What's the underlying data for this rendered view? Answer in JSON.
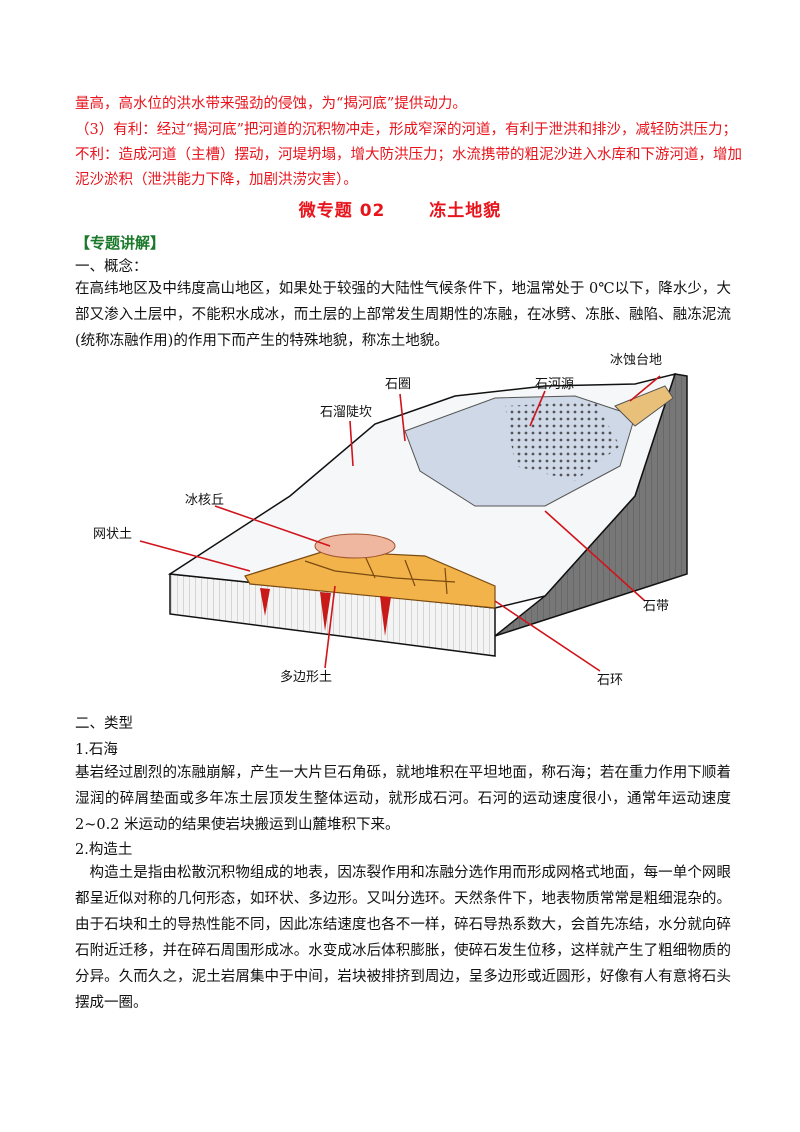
{
  "answer": {
    "line1": "量高，高水位的洪水带来强劲的侵蚀，为“揭河底”提供动力。",
    "line2": "（3）有利：经过“揭河底”把河道的沉积物冲走，形成窄深的河道，有利于泄洪和排沙，减轻防洪压力；",
    "line3": "不利：造成河道（主槽）摆动，河堤坍塌，增大防洪压力；水流携带的粗泥沙进入水库和下游河道，增加",
    "line4": "泥沙淤积（泄洪能力下降，加剧洪涝灾害）。"
  },
  "title": {
    "prefix": "微专题 02",
    "name": "冻土地貌"
  },
  "section_label": "【专题讲解】",
  "concept": {
    "heading": "一、概念：",
    "text": "在高纬地区及中纬度高山地区，如果处于较强的大陆性气候条件下，地温常处于 0℃以下，降水少，大部又渗入土层中，不能积水成冰，而土层的上部常发生周期性的冻融，在冰劈、冻胀、融陷、融冻泥流(统称冻融作用)的作用下而产生的特殊地貌，称冻土地貌。"
  },
  "figure": {
    "labels": {
      "ice_platform": "冰蚀台地",
      "stone_circle_ring": "石圈",
      "stone_river_source": "石河源",
      "stone_slope": "石溜陡坎",
      "pingo": "冰核丘",
      "net_soil": "网状土",
      "stone_belt": "石带",
      "polygon_soil": "多边形土",
      "stone_ring": "石环"
    }
  },
  "types": {
    "heading": "二、类型",
    "item1_title": "1.石海",
    "item1_text": "基岩经过剧烈的冻融崩解，产生一大片巨石角砾，就地堆积在平坦地面，称石海；若在重力作用下顺着湿润的碎屑垫面或多年冻土层顶发生整体运动，就形成石河。石河的运动速度很小，通常年运动速度 2~0.2 米运动的结果使岩块搬运到山麓堆积下来。",
    "item2_title": "2.构造土",
    "item2_text": "构造土是指由松散沉积物组成的地表，因冻裂作用和冻融分选作用而形成网格式地面，每一单个网眼都呈近似对称的几何形态，如环状、多边形。又叫分选环。天然条件下，地表物质常常是粗细混杂的。由于石块和土的导热性能不同，因此冻结速度也各不一样，碎石导热系数大，会首先冻结，水分就向碎石附近迁移，并在碎石周围形成冰。水变成冰后体积膨胀，使碎石发生位移，这样就产生了粗细物质的分异。久而久之，泥土岩屑集中于中间，岩块被排挤到周边，呈多边形或近圆形，好像有人有意将石头摆成一圈。"
  },
  "colors": {
    "answer_red": "#e8141c",
    "section_green": "#1a7a2a"
  }
}
